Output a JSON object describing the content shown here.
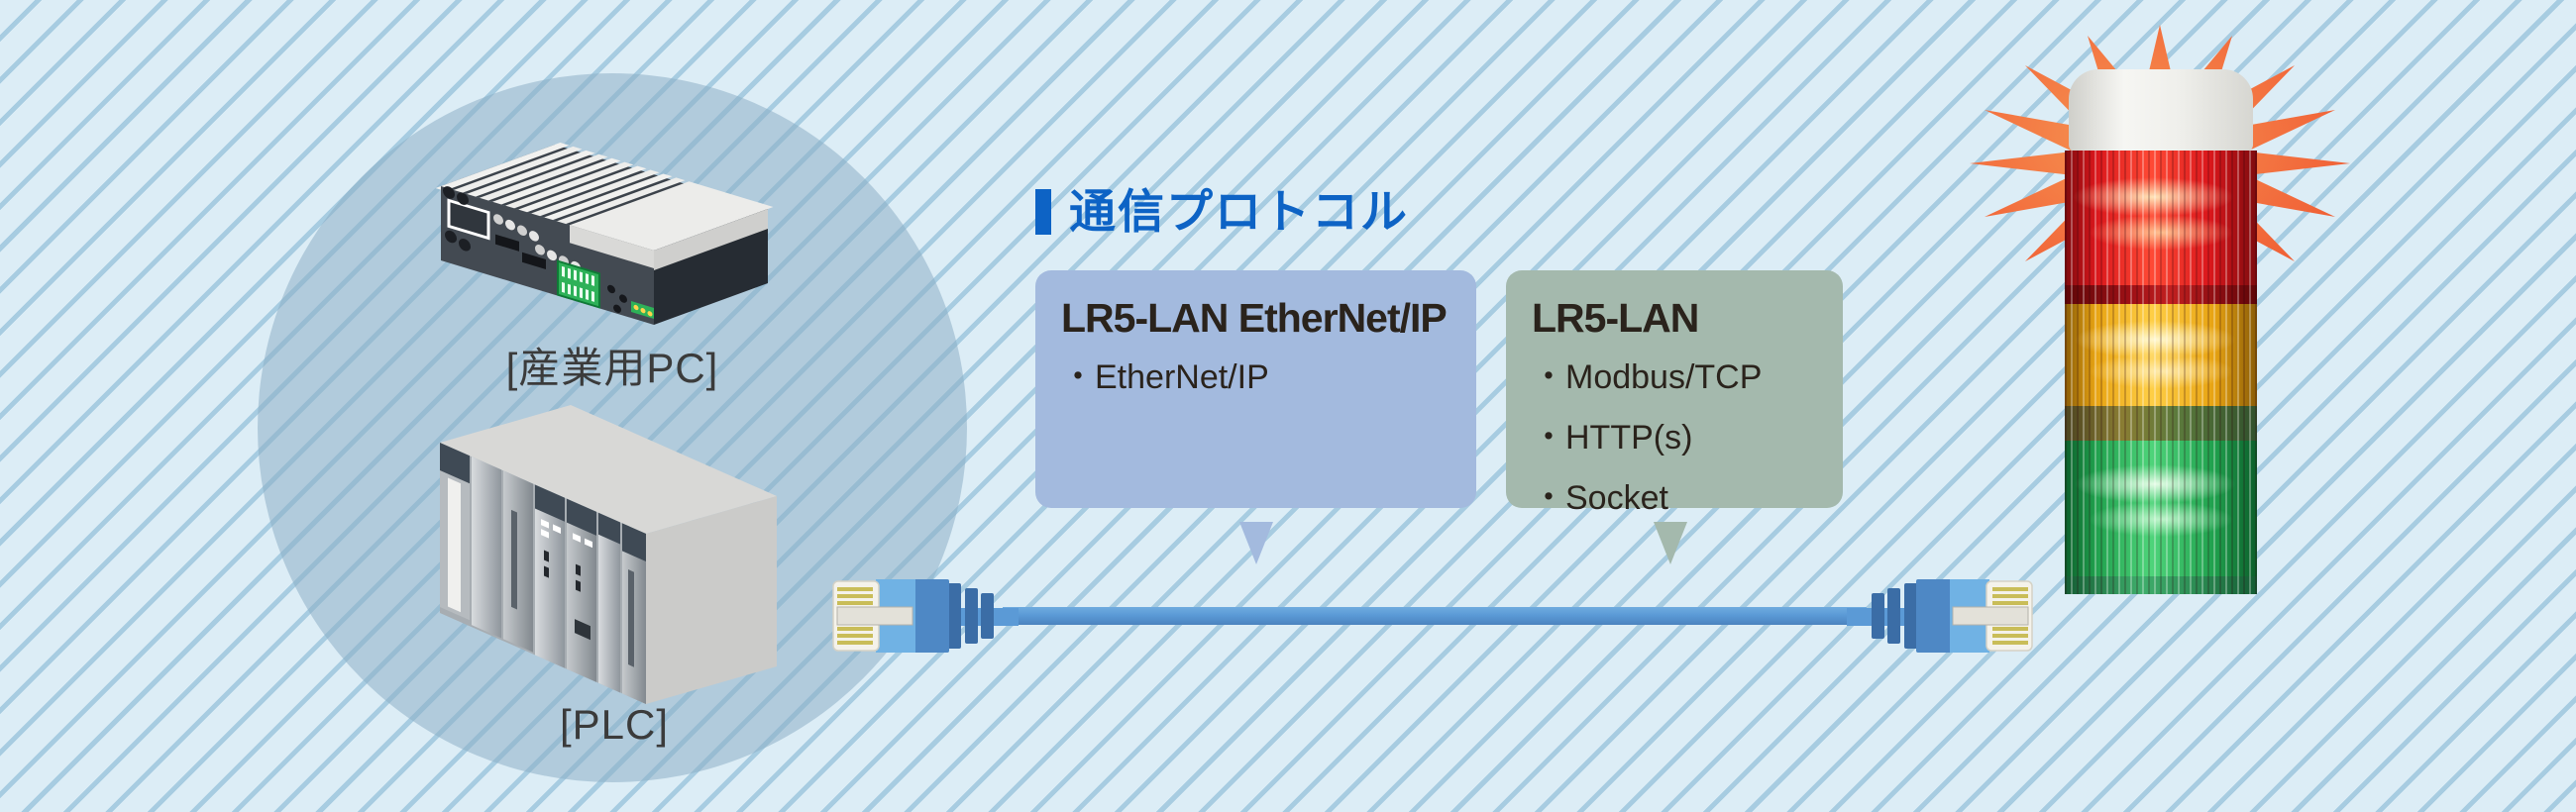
{
  "header": {
    "label": "通信プロトコル"
  },
  "protocol_boxes": [
    {
      "title": "LR5-LAN EtherNet/IP",
      "items": [
        "・EtherNet/IP"
      ]
    },
    {
      "title": "LR5-LAN",
      "items": [
        "・Modbus/TCP",
        "・HTTP(s)",
        "・Socket"
      ]
    }
  ],
  "devices": {
    "industrial_pc_label": "[産業用PC]",
    "plc_label": "[PLC]"
  },
  "signal_tower": {
    "segments": [
      {
        "name": "red",
        "color": "#d9161b"
      },
      {
        "name": "amber",
        "color": "#e7a312"
      },
      {
        "name": "green",
        "color": "#1fa04d"
      }
    ],
    "cap_color": "#efefeb",
    "flash_color": "#f2693b"
  },
  "colors": {
    "accent": "#0d63c5",
    "bg": "#dcedf6",
    "stripe": "#a7cce1",
    "box1_bg": "#a3bade",
    "box2_bg": "#a4b9ad",
    "text_dark": "#2a231c",
    "label_dark": "#3b3b3b",
    "cable": "#5b9ad6",
    "starburst": "#f2693b"
  }
}
